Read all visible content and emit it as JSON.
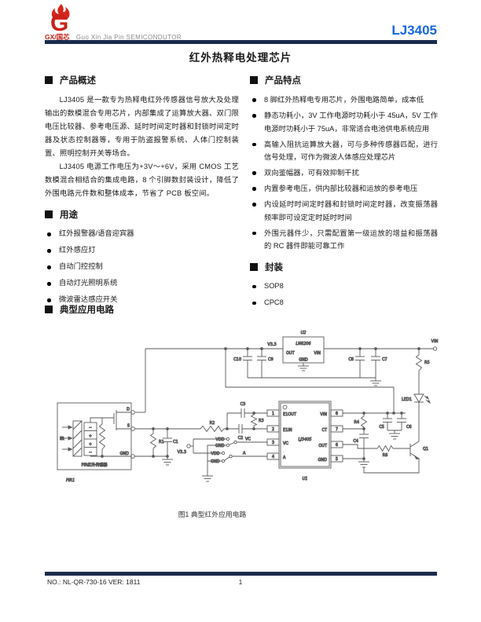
{
  "header": {
    "logo_letter": "G",
    "brand": "GX/国芯",
    "company": "Guo Xin Jia Pin  SEMICONDUTOR",
    "part_number": "LJ3405",
    "title": "红外热释电处理芯片"
  },
  "overview": {
    "heading": "产品概述",
    "paragraphs": [
      "LJ3405 是一款专为热释电红外传感器信号放大及处理输出的数模混合专用芯片，内部集成了运算放大器、双门限电压比较器、参考电压源、延时时间定时器和封锁时间定时器及状态控制器等，专用于防盗报警系统、人体门控制装置、照明控制开关等场合。",
      "LJ3405 电源工作电压为+3V～+6V，采用 CMOS 工艺数模混合相结合的集成电路，8 个引脚数封装设计，降低了外围电路元件数和整体成本，节省了 PCB 板空间。"
    ]
  },
  "applications": {
    "heading": "用途",
    "items": [
      "红外报警器/语音迎宾器",
      "红外感应灯",
      "自动门控控制",
      "自动灯光照明系统",
      "微波雷达感应开关"
    ]
  },
  "features": {
    "heading": "产品特点",
    "items": [
      "8 脚红外热释电专用芯片，外围电路简单，成本低",
      "静态功耗小，3V 工作电源时功耗小于 45uA，5V 工作电源时功耗小于 75uA，非常适合电池供电系统应用",
      "高输入阻抗运算放大器，可与多种传感器匹配，进行信号处理，可作为微波人体感应处理芯片",
      "双向鉴幅器，可有效抑制干扰",
      "内置参考电压，供内部比较器和运放的参考电压",
      "内设延时时间定时器和封锁时间定时器，改变振荡器频率即可设定定时延时时间",
      "外围元器件少，只需配置第一级运放的增益和振荡器的 RC 器件即能可靠工作"
    ]
  },
  "package": {
    "heading": "封装",
    "items": [
      "SOP8",
      "CPC8"
    ]
  },
  "circuit": {
    "heading": "典型应用电路",
    "caption": "图1 典型红外应用电路",
    "labels": {
      "u2": "U2",
      "u2_part": "LN6206",
      "u2_out": "OUT",
      "u2_gnd": "GND",
      "u2_vin": "VIN",
      "v33_rail": "V3.3",
      "v33_sel": "V3.3",
      "vin_term": "VIN",
      "c10": "C10",
      "c9": "C9",
      "c8": "C8",
      "c7": "C7",
      "r5": "R5",
      "led1": "LED1",
      "q1": "Q1",
      "r6": "R6",
      "r4": "R4",
      "c4": "C4",
      "c5": "C5",
      "c6": "C6",
      "u1": "U1",
      "u1_part": "LJ3405",
      "p1": "1",
      "p2": "2",
      "p3": "3",
      "p4": "4",
      "p5": "5",
      "p6": "6",
      "p7": "7",
      "p8": "8",
      "e1out": "E1OUT",
      "e1in": "E1IN",
      "vc_pin": "VC",
      "a_pin": "A",
      "vin_pin": "VIN",
      "ct_pin": "CT",
      "out_pin": "OUT",
      "gnd_pin": "GND",
      "r1": "R1",
      "c1": "C1",
      "r2": "R2",
      "c2": "C2",
      "c3": "C3",
      "r3": "R3",
      "vdd_1": "VDD",
      "gnd_1": "GND",
      "vdd_2": "VDD",
      "gnd_2": "GND",
      "vc_net": "VC",
      "a_net": "A",
      "pir1": "PIR1",
      "pir_sensor": "PIR红外传感器",
      "ir": "IR",
      "d": "D",
      "s": "S",
      "gnd_t": "GND"
    }
  },
  "footer": {
    "doc_no": "NO.: NL-QR-730-16 VER: 1811",
    "page": "1"
  },
  "colors": {
    "accent_blue": "#1567e6",
    "brand_red": "#c8221a",
    "bar_navy": "#1b2b4d"
  }
}
